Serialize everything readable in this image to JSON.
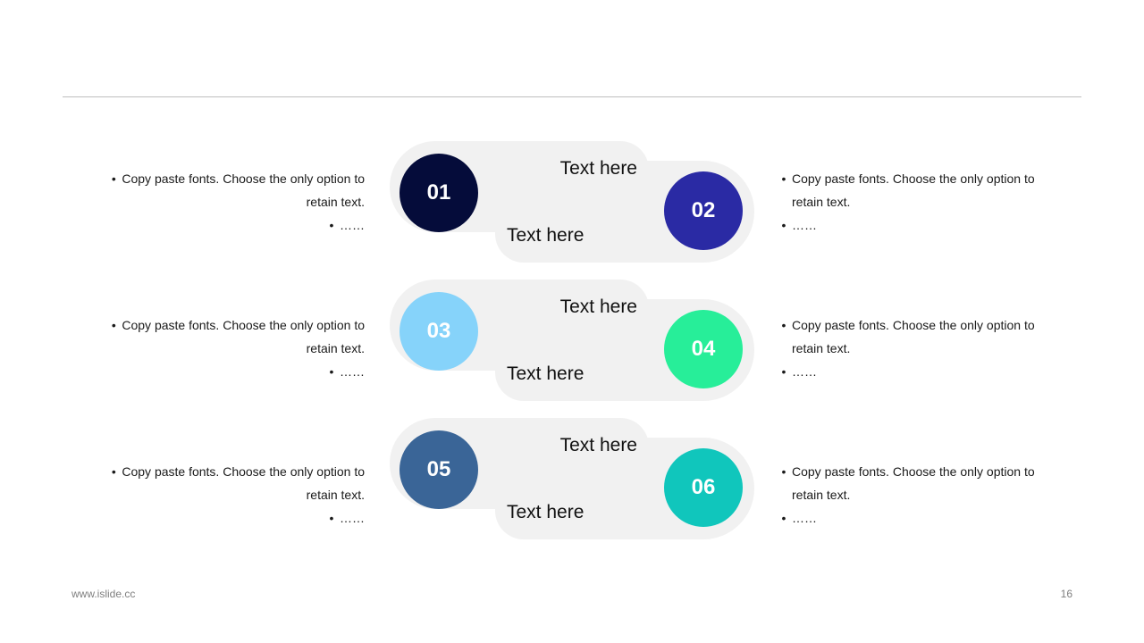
{
  "slide": {
    "footer_url": "www.islide.cc",
    "page_number": "16"
  },
  "rows": [
    {
      "left_num": "01",
      "left_color": "#050c3a",
      "right_num": "02",
      "right_color": "#2a2aa4",
      "top_label": "Text here",
      "bottom_label": "Text here",
      "left_desc": {
        "line1": "Copy paste fonts. Choose the only option to",
        "line2": "retain text.",
        "line3": "……"
      },
      "right_desc": {
        "line1": "Copy paste fonts. Choose the only option to",
        "line2": "retain text.",
        "line3": "……"
      }
    },
    {
      "left_num": "03",
      "left_color": "#86d3fa",
      "right_num": "04",
      "right_color": "#27ee99",
      "top_label": "Text here",
      "bottom_label": "Text here",
      "left_desc": {
        "line1": "Copy paste fonts. Choose the only option to",
        "line2": "retain text.",
        "line3": "……"
      },
      "right_desc": {
        "line1": "Copy paste fonts. Choose the only option to",
        "line2": "retain text.",
        "line3": "……"
      }
    },
    {
      "left_num": "05",
      "left_color": "#3a6597",
      "right_num": "06",
      "right_color": "#10c6bc",
      "top_label": "Text here",
      "bottom_label": "Text here",
      "left_desc": {
        "line1": "Copy paste fonts. Choose the only option to",
        "line2": "retain text.",
        "line3": "……"
      },
      "right_desc": {
        "line1": "Copy paste fonts. Choose the only option to",
        "line2": "retain text.",
        "line3": "……"
      }
    }
  ]
}
